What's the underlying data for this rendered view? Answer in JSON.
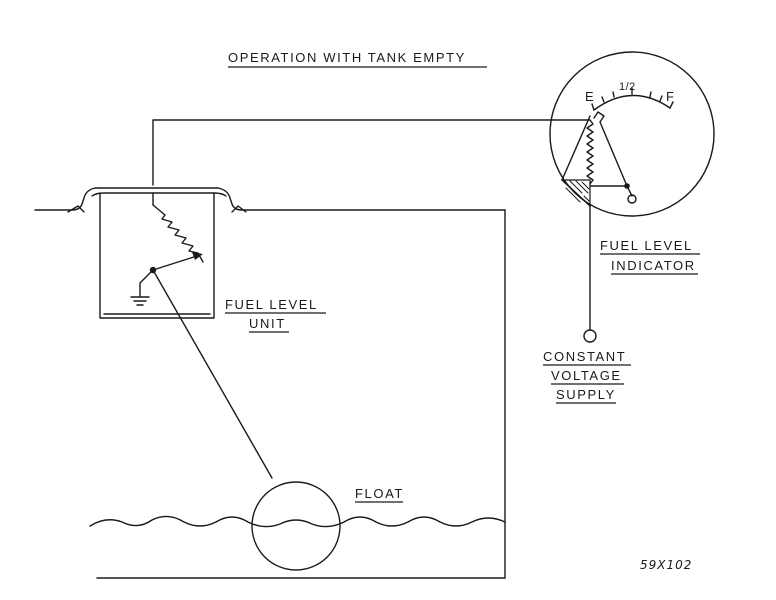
{
  "title": "OPERATION WITH TANK EMPTY",
  "labels": {
    "fuel_level_unit_1": "FUEL LEVEL",
    "fuel_level_unit_2": "UNIT",
    "fuel_level_indicator_1": "FUEL LEVEL",
    "fuel_level_indicator_2": "INDICATOR",
    "constant_voltage_1": "CONSTANT",
    "constant_voltage_2": "VOLTAGE",
    "constant_voltage_3": "SUPPLY",
    "float": "FLOAT"
  },
  "gauge": {
    "empty_mark": "E",
    "half_mark": "1/2",
    "full_mark": "F"
  },
  "figure_code": "59X102"
}
